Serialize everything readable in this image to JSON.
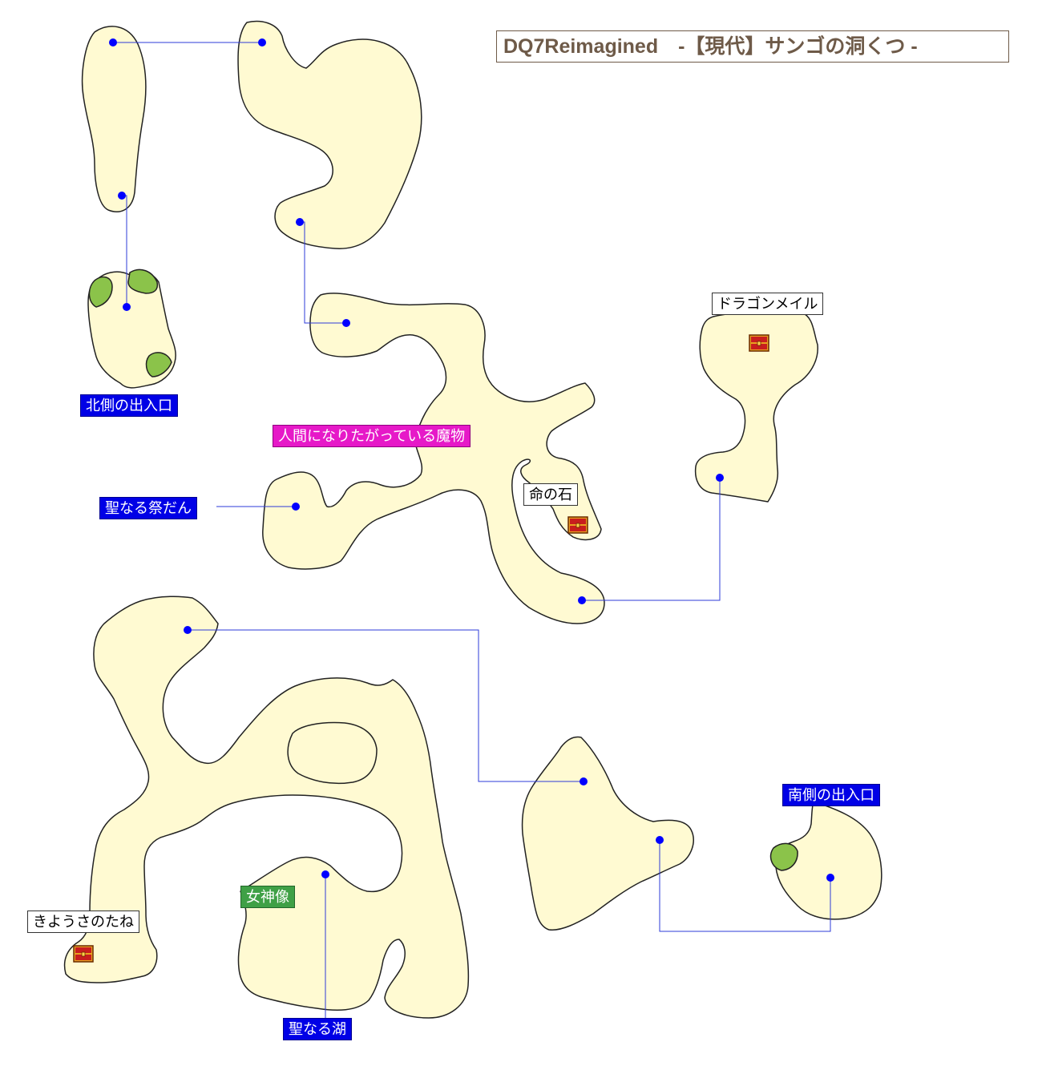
{
  "title": "DQ7Reimagined　-【現代】サンゴの洞くつ -",
  "colors": {
    "floor": "#fffad2",
    "outline": "#222222",
    "grass": "#8bc34a",
    "link": "#2e3bd8",
    "dot": "#0000ff"
  },
  "labels": {
    "north_entrance": "北側の出入口",
    "south_entrance": "南側の出入口",
    "monster": "人間になりたがっている魔物",
    "altar": "聖なる祭だん",
    "lake": "聖なる湖",
    "goddess": "女神像",
    "dragon_mail": "ドラゴンメイル",
    "life_stone": "命の石",
    "dex_seed": "きようさのたね"
  },
  "icons": {
    "treasure": "treasure-chest-icon"
  }
}
